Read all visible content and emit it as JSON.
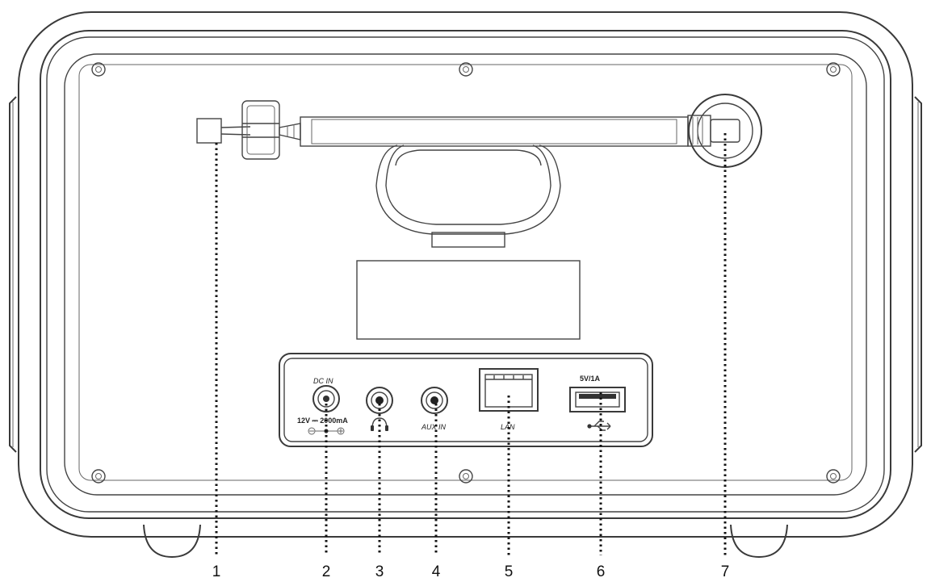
{
  "diagram": {
    "ports": {
      "dc_in_label": "DC IN",
      "dc_rating": "12V ⎓ 2000mA",
      "aux_in_label": "AUX IN",
      "lan_label": "LAN",
      "usb_rating": "5V/1A",
      "headphone_icon": "headphone-icon",
      "usb_icon": "usb-icon",
      "polarity_icon": "polarity-icon"
    },
    "callouts": [
      {
        "number": "1",
        "target": "antenna-clip"
      },
      {
        "number": "2",
        "target": "dc-in-socket"
      },
      {
        "number": "3",
        "target": "headphone-jack"
      },
      {
        "number": "4",
        "target": "aux-in-jack"
      },
      {
        "number": "5",
        "target": "lan-port"
      },
      {
        "number": "6",
        "target": "usb-port"
      },
      {
        "number": "7",
        "target": "antenna-pivot"
      }
    ]
  }
}
